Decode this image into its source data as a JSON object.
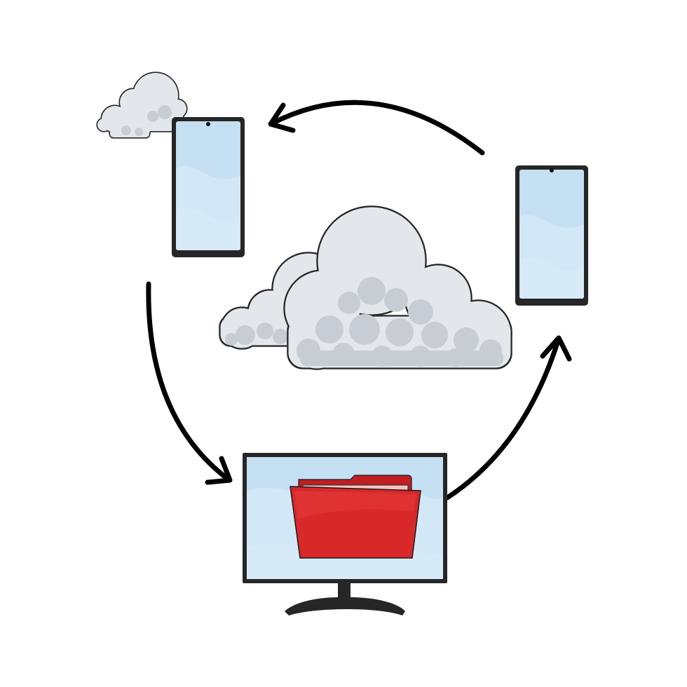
{
  "diagram": {
    "kind": "cloud-sync-cycle",
    "nodes": [
      {
        "id": "phone-left",
        "icon": "smartphone-icon"
      },
      {
        "id": "phone-right",
        "icon": "smartphone-icon"
      },
      {
        "id": "monitor",
        "icon": "monitor-icon",
        "content": "folder-icon"
      },
      {
        "id": "cloud-center",
        "icon": "cloud-icon"
      },
      {
        "id": "cloud-small",
        "icon": "cloud-icon"
      }
    ],
    "edges": [
      {
        "from": "phone-right",
        "to": "phone-left",
        "icon": "curved-arrow-icon"
      },
      {
        "from": "phone-left",
        "to": "monitor",
        "icon": "curved-arrow-icon"
      },
      {
        "from": "monitor",
        "to": "phone-right",
        "icon": "curved-arrow-icon"
      }
    ]
  },
  "colors": {
    "background": "#ffffff",
    "outline": "#1a1a1a",
    "screen": "#c5dff3",
    "screen_highlight": "#d9ebf8",
    "device_body": "#262626",
    "cloud_fill": "#e3e7ec",
    "cloud_shade": "#c8cdd3",
    "folder_front": "#d8282a",
    "folder_back": "#bf1f22",
    "arrow": "#000000"
  }
}
